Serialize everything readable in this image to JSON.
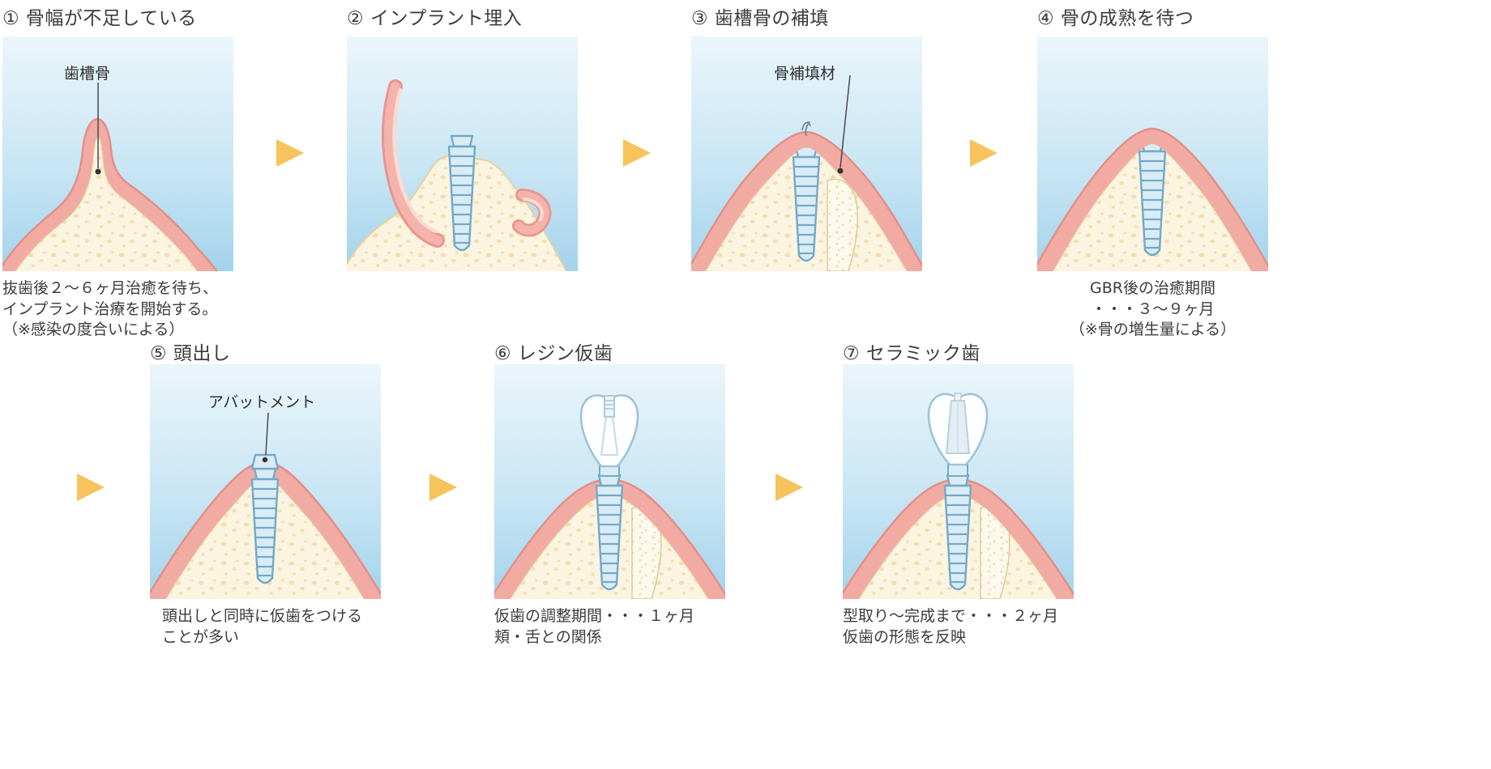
{
  "colors": {
    "arrow": "#F6C35C",
    "gum": "#F2ABA3",
    "gum_outline": "#E28F87",
    "bone": "#FBF4E0",
    "bone_dots": "#F0DFB2",
    "implant_fill": "#D9ECF6",
    "implant_outline": "#74A9C7",
    "panel_bg_top": "#EBF6FB",
    "panel_bg_bottom": "#A3D3EC",
    "text": "#3C3C3C"
  },
  "panels": [
    {
      "title": "① 骨幅が不足している",
      "anatomy_label": "歯槽骨",
      "caption": "抜歯後２〜６ヶ月治癒を待ち、\nインプラント治療を開始する。\n（※感染の度合いによる）"
    },
    {
      "title": "② インプラント埋入"
    },
    {
      "title": "③ 歯槽骨の補填",
      "anatomy_label": "骨補填材"
    },
    {
      "title": "④ 骨の成熟を待つ",
      "caption": "GBR後の治癒期間\n・・・３〜９ヶ月\n（※骨の増生量による）"
    },
    {
      "title": "⑤ 頭出し",
      "anatomy_label": "アバットメント",
      "caption": "頭出しと同時に仮歯をつける\nことが多い"
    },
    {
      "title": "⑥ レジン仮歯",
      "caption": "仮歯の調整期間・・・１ヶ月\n頬・舌との関係"
    },
    {
      "title": "⑦ セラミック歯",
      "caption": "型取り〜完成まで・・・２ヶ月\n仮歯の形態を反映"
    }
  ]
}
